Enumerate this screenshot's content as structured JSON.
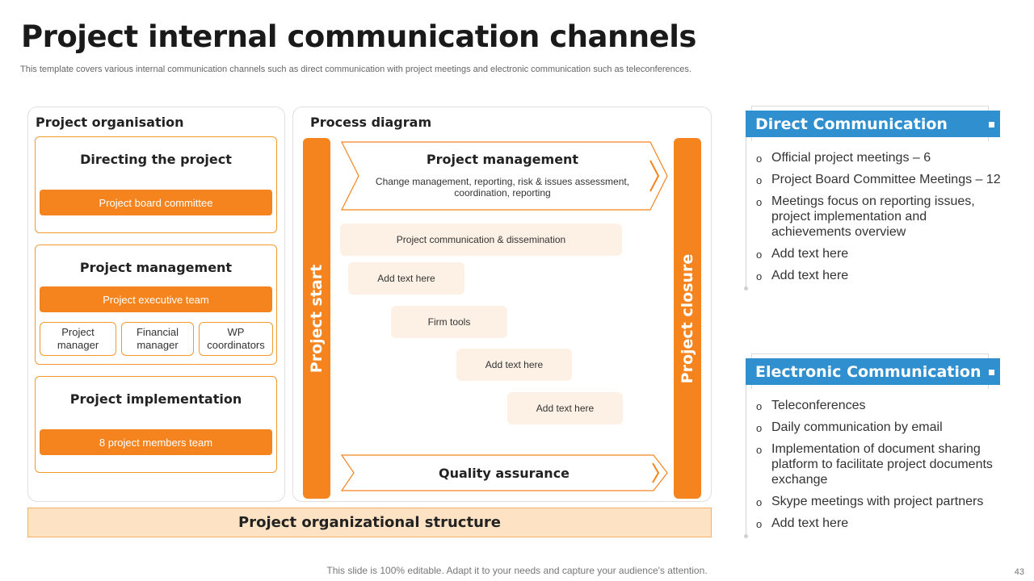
{
  "header": {
    "title": "Project internal communication channels",
    "subtitle": "This template covers various internal communication channels such as direct communication with project meetings and electronic communication such as teleconferences."
  },
  "organisation": {
    "title": "Project organisation",
    "directing": {
      "title": "Directing the project",
      "bar": "Project board committee"
    },
    "management": {
      "title": "Project management",
      "bar": "Project executive team",
      "roles": [
        "Project\nmanager",
        "Financial\nmanager",
        "WP\ncoordinators"
      ]
    },
    "implementation": {
      "title": "Project implementation",
      "bar": "8 project members team"
    },
    "footer_label": "Project organizational structure"
  },
  "process": {
    "title": "Process diagram",
    "start_label": "Project start",
    "closure_label": "Project closure",
    "top_chevron": {
      "title": "Project management",
      "desc": "Change management, reporting, risk & issues assessment, coordination, reporting"
    },
    "steps": [
      "Project communication & dissemination",
      "Add text here",
      "Firm tools",
      "Add text here",
      "Add text here"
    ],
    "bottom_chevron": {
      "title": "Quality assurance"
    }
  },
  "direct": {
    "heading": "Direct Communication",
    "items": [
      "Official project meetings – 6",
      "Project Board Committee Meetings – 12",
      "Meetings focus on reporting issues, project implementation and achievements overview",
      "Add text here",
      "Add text here"
    ]
  },
  "electronic": {
    "heading": "Electronic Communication",
    "items": [
      "Teleconferences",
      "Daily communication by email",
      "Implementation of document sharing platform to facilitate project documents exchange",
      "Skype meetings with project partners",
      "Add text here"
    ]
  },
  "bullet_glyph": "o",
  "footer": {
    "note": "This slide is 100% editable. Adapt it to your needs and capture your audience's attention.",
    "page": "43"
  },
  "colors": {
    "accent_orange": "#f5841f",
    "peach": "#fdf1e5",
    "blue": "#2f8fcf",
    "structure_fill": "#fde3c4"
  }
}
